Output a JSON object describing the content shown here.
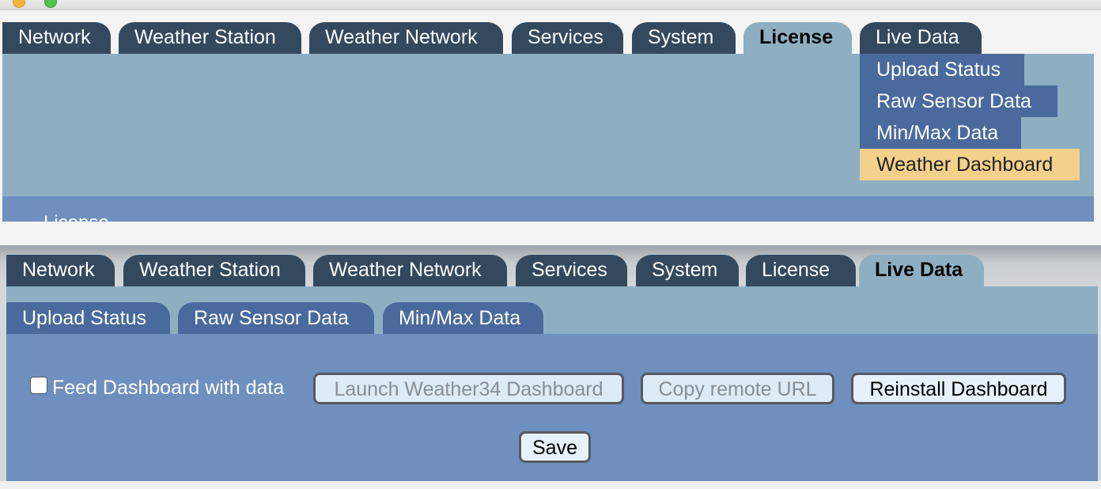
{
  "top_panel": {
    "tabs": [
      {
        "label": "Network"
      },
      {
        "label": "Weather Station"
      },
      {
        "label": "Weather Network"
      },
      {
        "label": "Services"
      },
      {
        "label": "System"
      },
      {
        "label": "License",
        "active": true
      },
      {
        "label": "Live Data"
      }
    ],
    "dropdown": [
      {
        "label": "Upload Status"
      },
      {
        "label": "Raw Sensor Data"
      },
      {
        "label": "Min/Max Data"
      },
      {
        "label": "Weather Dashboard",
        "highlighted": true
      }
    ],
    "section_heading": "License"
  },
  "bottom_panel": {
    "tabs": [
      {
        "label": "Network"
      },
      {
        "label": "Weather Station"
      },
      {
        "label": "Weather Network"
      },
      {
        "label": "Services"
      },
      {
        "label": "System"
      },
      {
        "label": "License"
      },
      {
        "label": "Live Data",
        "active": true
      }
    ],
    "subtabs": [
      {
        "label": "Upload Status"
      },
      {
        "label": "Raw Sensor Data"
      },
      {
        "label": "Min/Max Data"
      }
    ],
    "feed_checkbox": {
      "label": "Feed Dashboard with data",
      "checked": false
    },
    "buttons": {
      "launch": {
        "label": "Launch Weather34 Dashboard",
        "disabled": true
      },
      "copy_url": {
        "label": "Copy remote URL",
        "disabled": true
      },
      "reinstall": {
        "label": "Reinstall Dashboard",
        "disabled": false
      },
      "save": {
        "label": "Save"
      }
    }
  },
  "colors": {
    "tab_dark": "#34495e",
    "tab_active": "#8eafc2",
    "subtab": "#4a6a9d",
    "body_blue": "#6f8fbf",
    "highlight": "#f3d08b"
  }
}
